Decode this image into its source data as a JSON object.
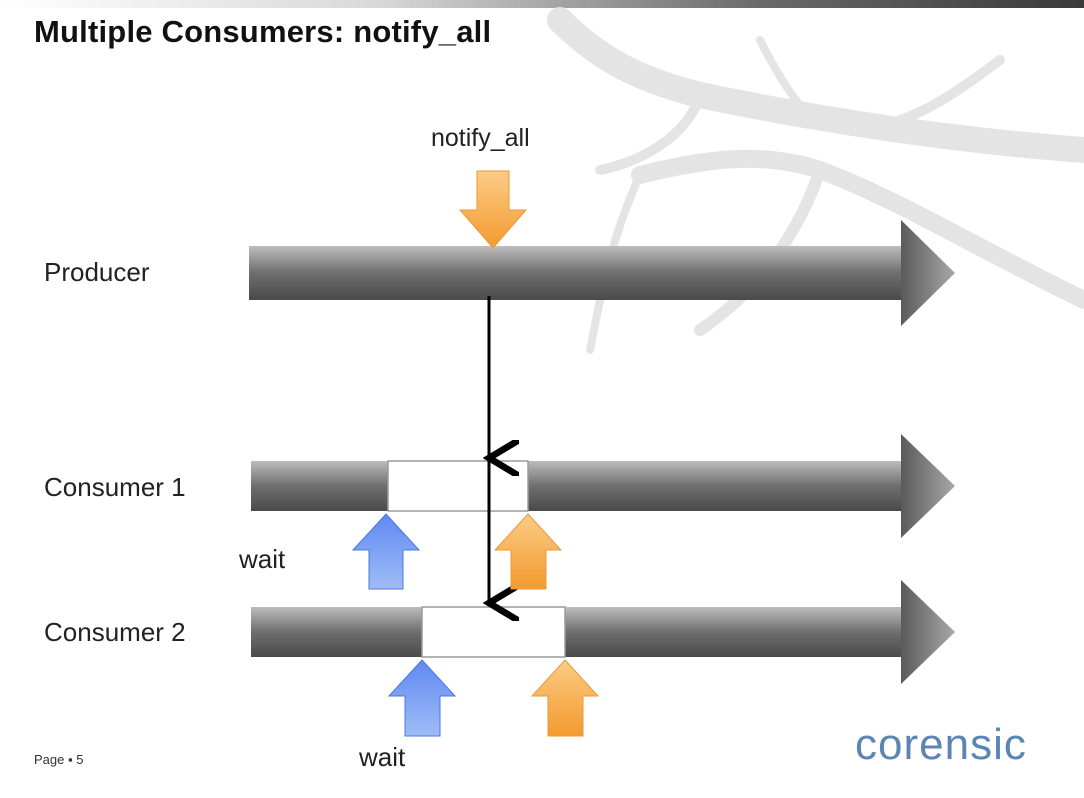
{
  "slide": {
    "title": "Multiple Consumers: notify_all",
    "page_label": "Page ▪ 5",
    "logo_text": "corensic"
  },
  "diagram": {
    "notify_label": "notify_all",
    "lanes": [
      {
        "label": "Producer"
      },
      {
        "label": "Consumer 1"
      },
      {
        "label": "Consumer 2"
      }
    ],
    "wait_labels": [
      "wait",
      "wait"
    ]
  },
  "colors": {
    "timeline_gray": "#6e6e6e",
    "notify_orange": "#f5a94a",
    "wait_blue": "#5b8bee",
    "logo_blue": "#5b86b4"
  },
  "icons": {
    "notify_arrow": "down-arrow-icon",
    "wait_arrow": "up-arrow-icon",
    "resume_arrow": "up-arrow-icon"
  }
}
